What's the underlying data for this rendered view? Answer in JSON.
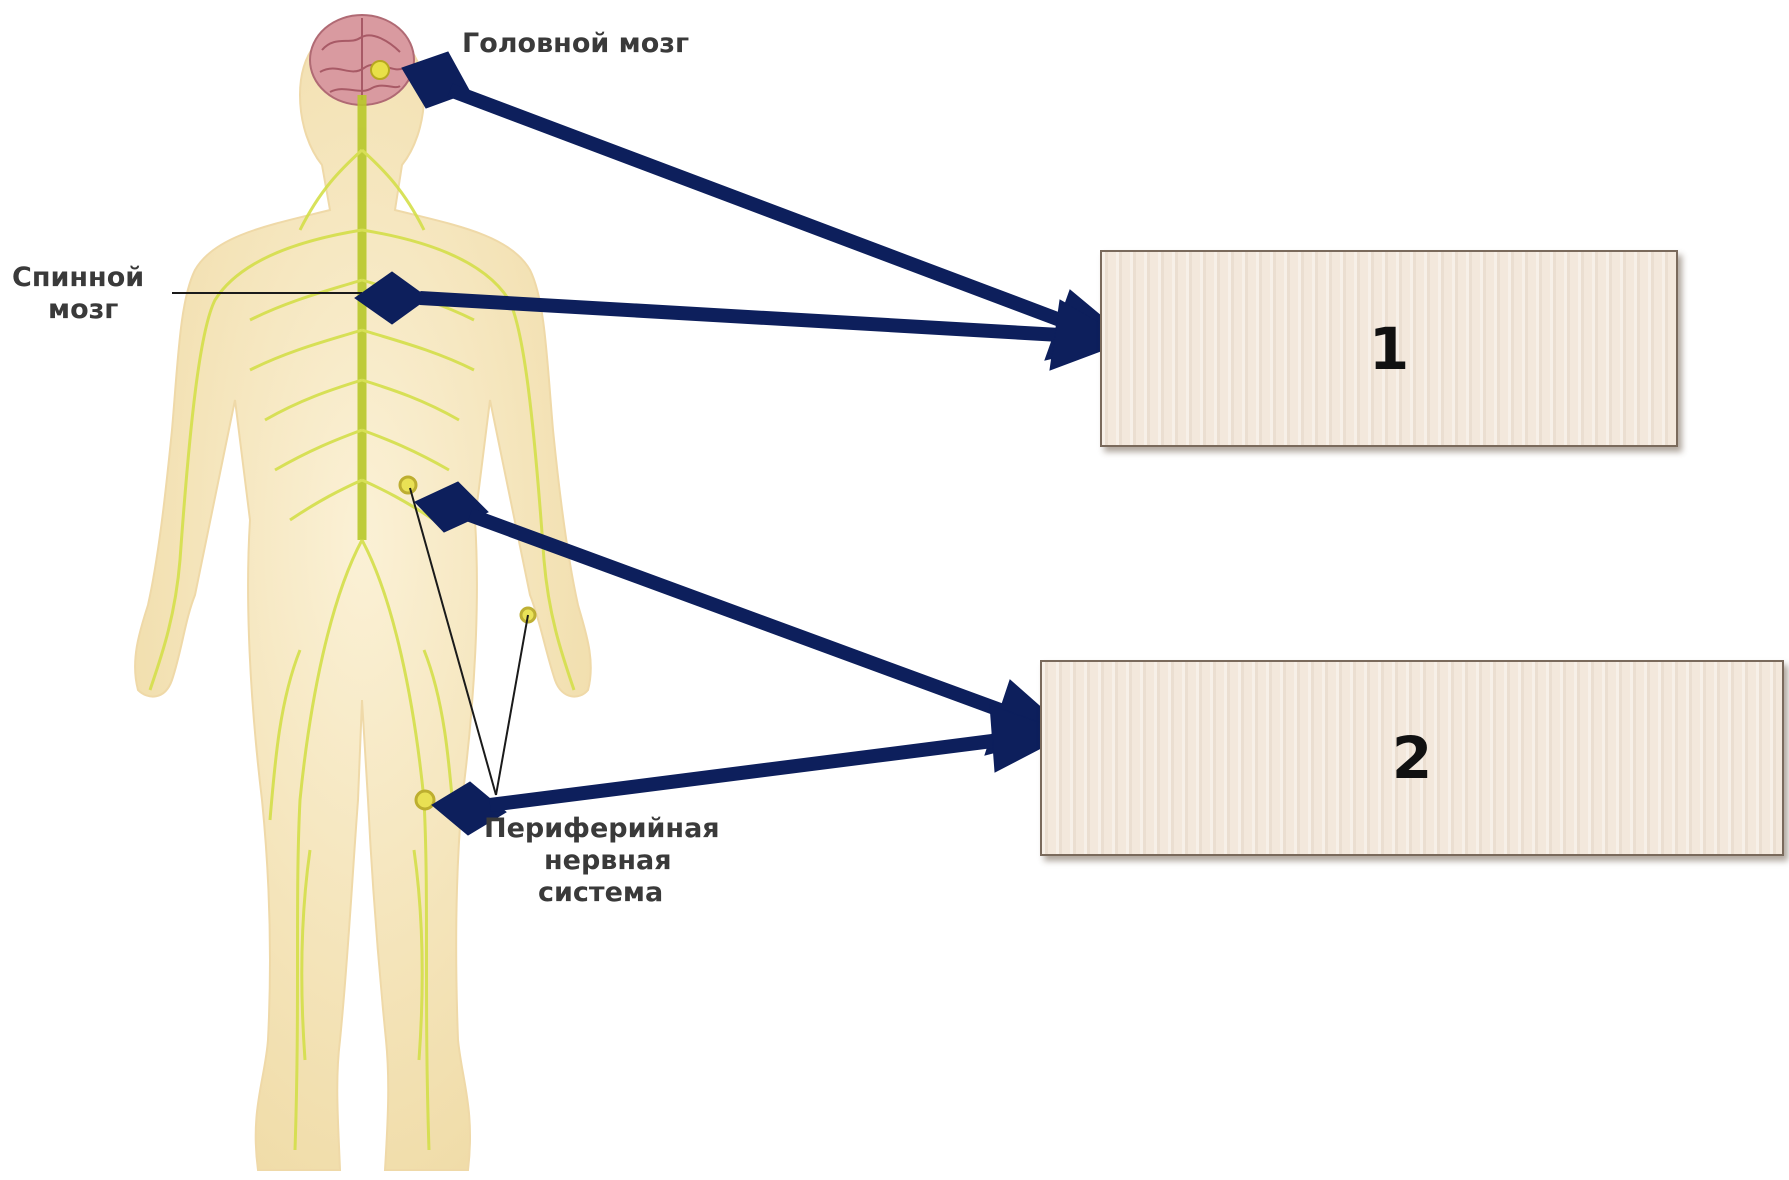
{
  "labels": {
    "brain": "Головной мозг",
    "spinal_cord_line1": "Спинной",
    "spinal_cord_line2": "мозг",
    "peripheral_line1": "Периферийная",
    "peripheral_line2": "нервная",
    "peripheral_line3": "система"
  },
  "boxes": [
    {
      "number": "1"
    },
    {
      "number": "2"
    }
  ],
  "colors": {
    "arrow": "#0d1f5c",
    "nerve": "#d4df4a",
    "skin": "#f6e6bf",
    "box_fill": "#f3e8dc"
  }
}
